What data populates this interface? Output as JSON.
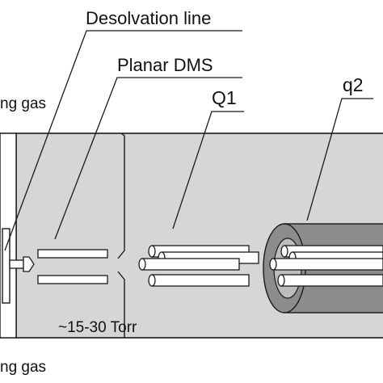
{
  "labels": {
    "desolvation_line": "Desolvation line",
    "planar_dms": "Planar DMS",
    "q1": "Q1",
    "q2": "q2",
    "pressure": "~15-30 Torr",
    "gas_top": "ng gas",
    "gas_bottom": "ng gas"
  },
  "colors": {
    "chamber_fill": "#d6d6d6",
    "outline": "#1a1a1a",
    "rod_fill": "#ffffff",
    "q2_housing": "#8c8c8c",
    "q2_inner": "#bdbdbd"
  }
}
